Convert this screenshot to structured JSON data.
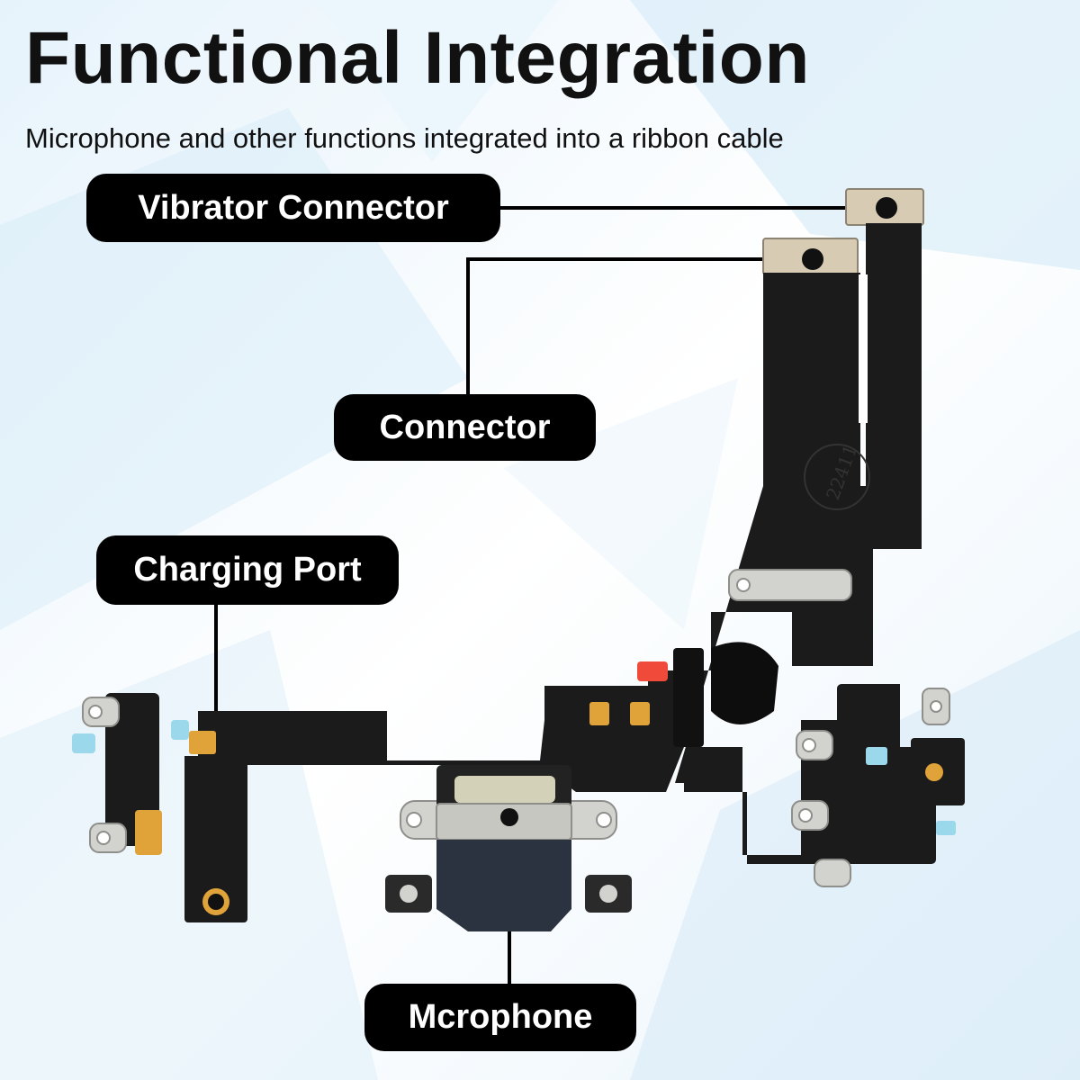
{
  "header": {
    "title": "Functional Integration",
    "subtitle": "Microphone and other functions integrated into a ribbon cable"
  },
  "callouts": {
    "vibrator_connector": "Vibrator Connector",
    "connector": "Connector",
    "charging_port": "Charging Port",
    "microphone": "Mcrophone"
  },
  "colors": {
    "label_bg": "#000000",
    "label_text": "#ffffff",
    "flex_cable": "#1a1a1a",
    "metal_bracket": "#d2d2cf",
    "gold_contact": "#e0a33a",
    "background_tint": "#cfe6f5"
  }
}
